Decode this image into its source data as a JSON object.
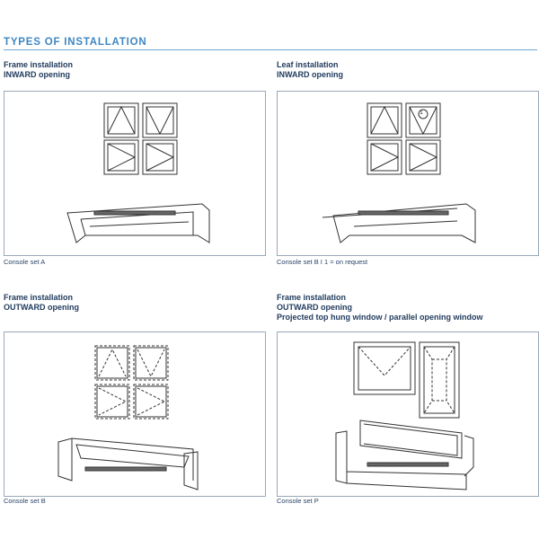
{
  "title": "TYPES OF INSTALLATION",
  "panels": [
    {
      "heading": [
        "Frame installation",
        "INWARD opening"
      ],
      "caption": "Console set A"
    },
    {
      "heading": [
        "Leaf installation",
        "INWARD opening"
      ],
      "caption": "Console set B I 1 = on request",
      "marker": "1"
    },
    {
      "heading": [
        "Frame installation",
        "OUTWARD opening"
      ],
      "caption": "Console set B"
    },
    {
      "heading": [
        "Frame installation",
        "OUTWARD opening",
        "Projected top hung window / parallel opening window"
      ],
      "caption": "Console set P"
    }
  ]
}
